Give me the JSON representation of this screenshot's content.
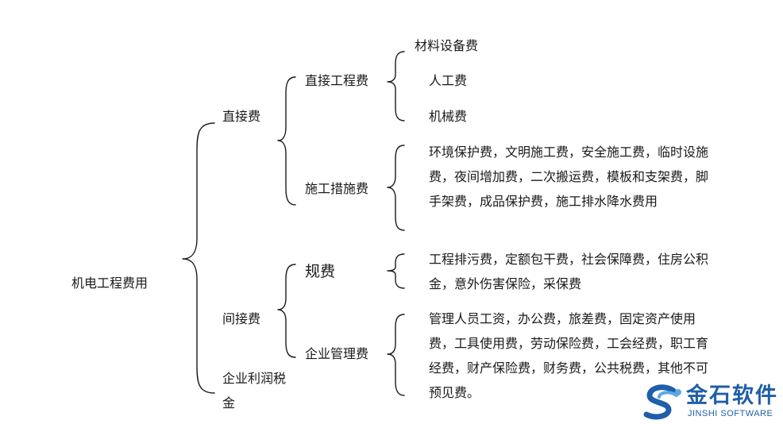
{
  "root": "机电工程费用",
  "level1": {
    "direct": "直接费",
    "indirect": "间接费",
    "profit_tax": "企业利润税金"
  },
  "direct_children": {
    "engineering": "直接工程费",
    "measures": "施工措施费"
  },
  "engineering_items": [
    "材料设备费",
    "人工费",
    "机械费"
  ],
  "measures_text": "环境保护费，文明施工费，安全施工费，临时设施费，夜间增加费，二次搬运费，模板和支架费，脚手架费，成品保护费，施工排水降水费用",
  "indirect_children": {
    "fees": "规费",
    "management": "企业管理费"
  },
  "fees_text": "工程排污费，定额包干费，社会保障费，住房公积金，意外伤害保险，采保费",
  "management_text": "管理人员工资，办公费，旅差费，固定资产使用费，工具使用费，劳动保险费，工会经费，职工育经费，财产保险费，财务费，公共税费，其他不可预见费。",
  "logo": {
    "name_cn": "金石软件",
    "name_en": "JINSHI SOFTWARE",
    "primary_color": "#1f5fa8",
    "accent_color": "#5aa9e6"
  }
}
